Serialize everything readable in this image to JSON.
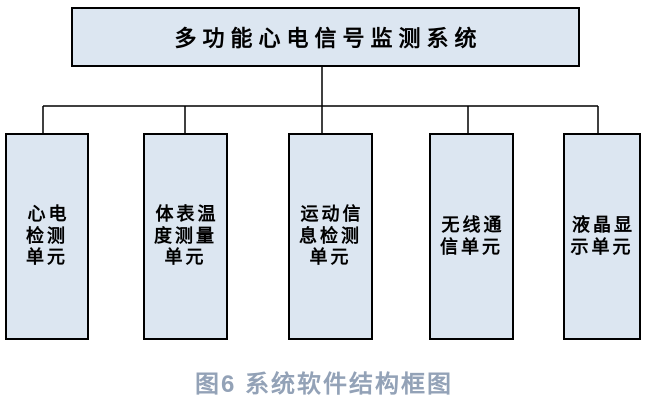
{
  "diagram": {
    "root": {
      "label": "多功能心电信号监测系统"
    },
    "units": [
      {
        "label": "心电\n检测\n单元"
      },
      {
        "label": "体表温\n度测量\n单元"
      },
      {
        "label": "运动信\n息检测\n单元"
      },
      {
        "label": "无线通\n信单元"
      },
      {
        "label": "液晶显\n示单元"
      }
    ],
    "caption": "图6 系统软件结构框图",
    "colors": {
      "box_fill": "#dce6f1",
      "box_border": "#000000",
      "connector_line": "#000000",
      "caption_text": "#93a2b7",
      "background": "#ffffff"
    }
  }
}
